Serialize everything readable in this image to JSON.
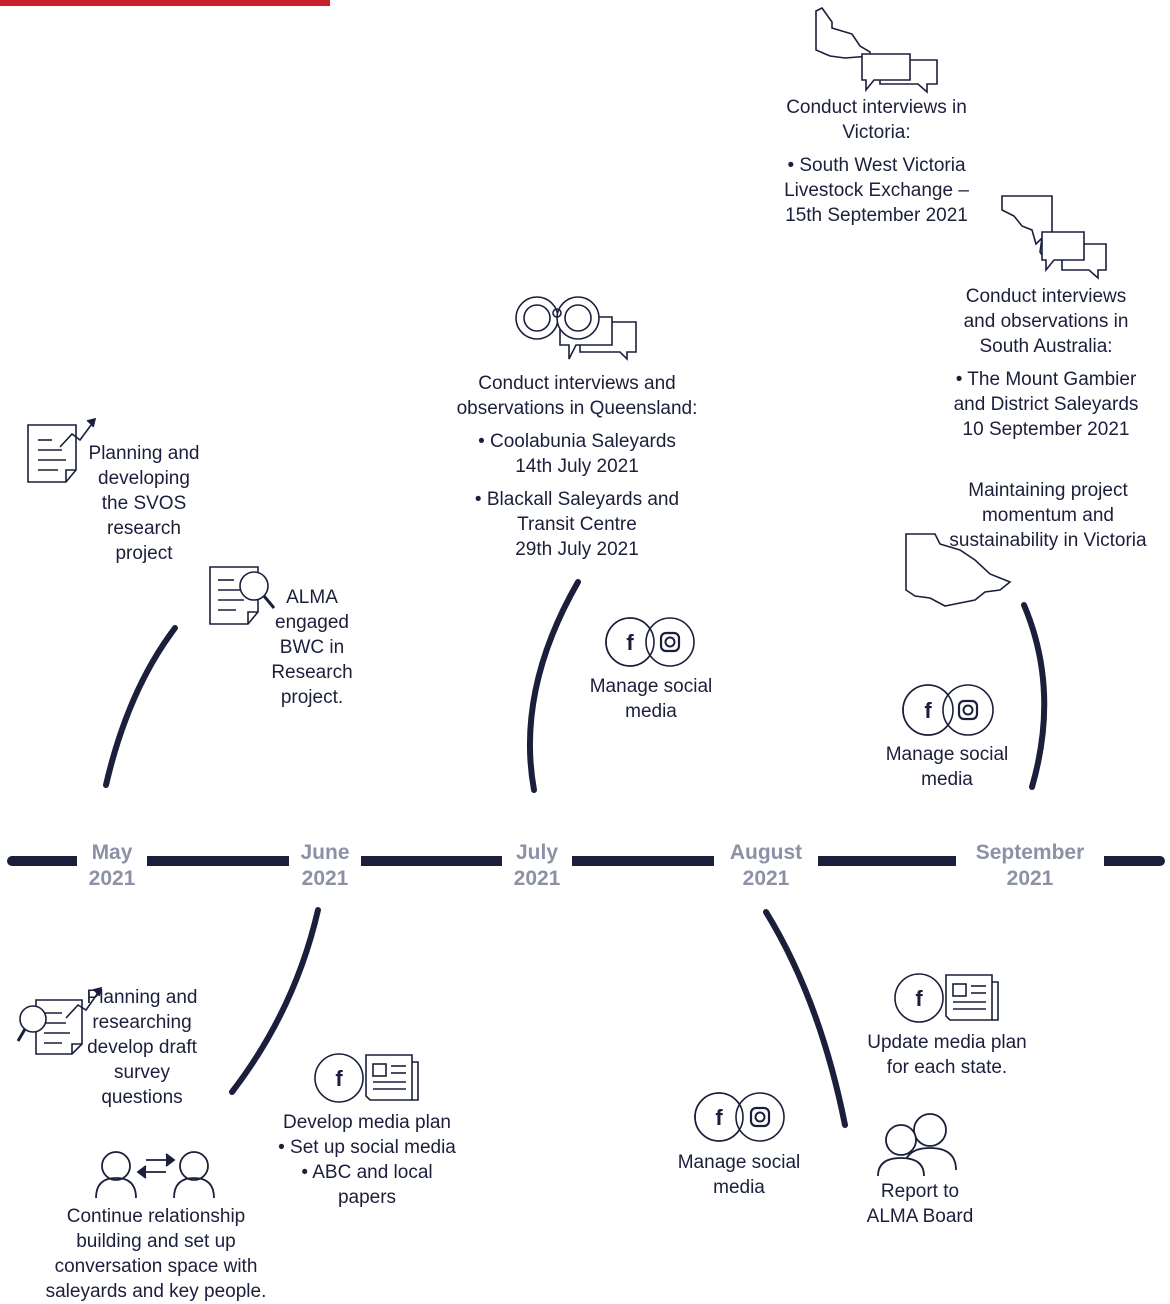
{
  "colors": {
    "line": "#1b1f3b",
    "month": "#8c91a6",
    "accent": "#c8202f"
  },
  "months": [
    {
      "m": "May",
      "y": "2021"
    },
    {
      "m": "June",
      "y": "2021"
    },
    {
      "m": "July",
      "y": "2021"
    },
    {
      "m": "August",
      "y": "2021"
    },
    {
      "m": "September",
      "y": "2021"
    }
  ],
  "items": {
    "may_top": [
      "Planning and",
      "developing",
      "the SVOS",
      "research",
      "project"
    ],
    "june_top": [
      "ALMA",
      "engaged",
      "BWC in",
      "Research",
      "project."
    ],
    "july_top": {
      "head": [
        "Conduct interviews and",
        "observations in Queensland:"
      ],
      "b1": [
        "• Coolabunia Saleyards",
        "14th July 2021"
      ],
      "b2": [
        "• Blackall Saleyards and",
        "Transit Centre",
        "29th July 2021"
      ]
    },
    "july_social": [
      "Manage social",
      "media"
    ],
    "vic": {
      "head": [
        "Conduct interviews in",
        "Victoria:"
      ],
      "b1": [
        "• South West Victoria",
        "Livestock Exchange –",
        "15th September 2021"
      ]
    },
    "sa": {
      "head": [
        "Conduct interviews",
        "and observations in",
        "South Australia:"
      ],
      "b1": [
        "• The Mount Gambier",
        "and District Saleyards",
        "10 September 2021"
      ]
    },
    "maintain": [
      "Maintaining project",
      "momentum and",
      "sustainability in Victoria"
    ],
    "sept_social": [
      "Manage social",
      "media"
    ],
    "may_bottom": [
      "Planning and",
      "researching",
      "develop draft",
      "survey",
      "questions"
    ],
    "relationship": [
      "Continue relationship",
      "building and set up",
      "conversation space with",
      "saleyards and key people."
    ],
    "media_plan": [
      "Develop media plan",
      "• Set up social media",
      "• ABC and local",
      "papers"
    ],
    "aug_social": [
      "Manage social",
      "media"
    ],
    "update_plan": [
      "Update media plan",
      "for each state."
    ],
    "report": [
      "Report to",
      "ALMA Board"
    ]
  }
}
